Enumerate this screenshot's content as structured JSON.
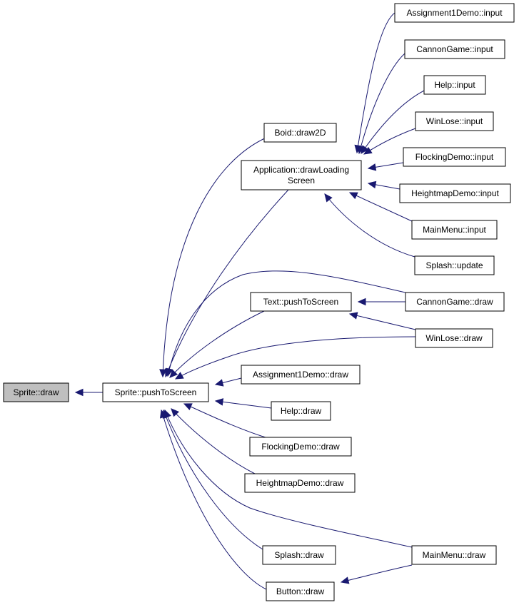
{
  "nodes": [
    {
      "id": "sprite_draw",
      "lines": [
        "Sprite::draw"
      ],
      "root": true
    },
    {
      "id": "sprite_push",
      "lines": [
        "Sprite::pushToScreen"
      ]
    },
    {
      "id": "boid_draw2d",
      "lines": [
        "Boid::draw2D"
      ]
    },
    {
      "id": "app_loading",
      "lines": [
        "Application::drawLoading",
        "Screen"
      ]
    },
    {
      "id": "text_push",
      "lines": [
        "Text::pushToScreen"
      ]
    },
    {
      "id": "a1_draw",
      "lines": [
        "Assignment1Demo::draw"
      ]
    },
    {
      "id": "help_draw",
      "lines": [
        "Help::draw"
      ]
    },
    {
      "id": "flock_draw",
      "lines": [
        "FlockingDemo::draw"
      ]
    },
    {
      "id": "hm_draw",
      "lines": [
        "HeightmapDemo::draw"
      ]
    },
    {
      "id": "splash_draw",
      "lines": [
        "Splash::draw"
      ]
    },
    {
      "id": "button_draw",
      "lines": [
        "Button::draw"
      ]
    },
    {
      "id": "a1_input",
      "lines": [
        "Assignment1Demo::input"
      ]
    },
    {
      "id": "cannon_input",
      "lines": [
        "CannonGame::input"
      ]
    },
    {
      "id": "help_input",
      "lines": [
        "Help::input"
      ]
    },
    {
      "id": "winlose_input",
      "lines": [
        "WinLose::input"
      ]
    },
    {
      "id": "flock_input",
      "lines": [
        "FlockingDemo::input"
      ]
    },
    {
      "id": "hm_input",
      "lines": [
        "HeightmapDemo::input"
      ]
    },
    {
      "id": "mainmenu_input",
      "lines": [
        "MainMenu::input"
      ]
    },
    {
      "id": "splash_update",
      "lines": [
        "Splash::update"
      ]
    },
    {
      "id": "cannon_draw",
      "lines": [
        "CannonGame::draw"
      ]
    },
    {
      "id": "winlose_draw",
      "lines": [
        "WinLose::draw"
      ]
    },
    {
      "id": "mainmenu_draw",
      "lines": [
        "MainMenu::draw"
      ]
    }
  ],
  "edges": [
    {
      "from": "sprite_push",
      "to": "sprite_draw"
    },
    {
      "from": "boid_draw2d",
      "to": "sprite_push"
    },
    {
      "from": "app_loading",
      "to": "sprite_push"
    },
    {
      "from": "cannon_draw",
      "to": "sprite_push"
    },
    {
      "from": "text_push",
      "to": "sprite_push"
    },
    {
      "from": "winlose_draw",
      "to": "sprite_push"
    },
    {
      "from": "a1_draw",
      "to": "sprite_push"
    },
    {
      "from": "help_draw",
      "to": "sprite_push"
    },
    {
      "from": "flock_draw",
      "to": "sprite_push"
    },
    {
      "from": "hm_draw",
      "to": "sprite_push"
    },
    {
      "from": "mainmenu_draw",
      "to": "sprite_push"
    },
    {
      "from": "splash_draw",
      "to": "sprite_push"
    },
    {
      "from": "button_draw",
      "to": "sprite_push"
    },
    {
      "from": "a1_input",
      "to": "app_loading"
    },
    {
      "from": "cannon_input",
      "to": "app_loading"
    },
    {
      "from": "help_input",
      "to": "app_loading"
    },
    {
      "from": "winlose_input",
      "to": "app_loading"
    },
    {
      "from": "flock_input",
      "to": "app_loading"
    },
    {
      "from": "hm_input",
      "to": "app_loading"
    },
    {
      "from": "mainmenu_input",
      "to": "app_loading"
    },
    {
      "from": "splash_update",
      "to": "app_loading"
    },
    {
      "from": "cannon_draw",
      "to": "text_push"
    },
    {
      "from": "winlose_draw",
      "to": "text_push"
    },
    {
      "from": "mainmenu_draw",
      "to": "button_draw"
    }
  ]
}
